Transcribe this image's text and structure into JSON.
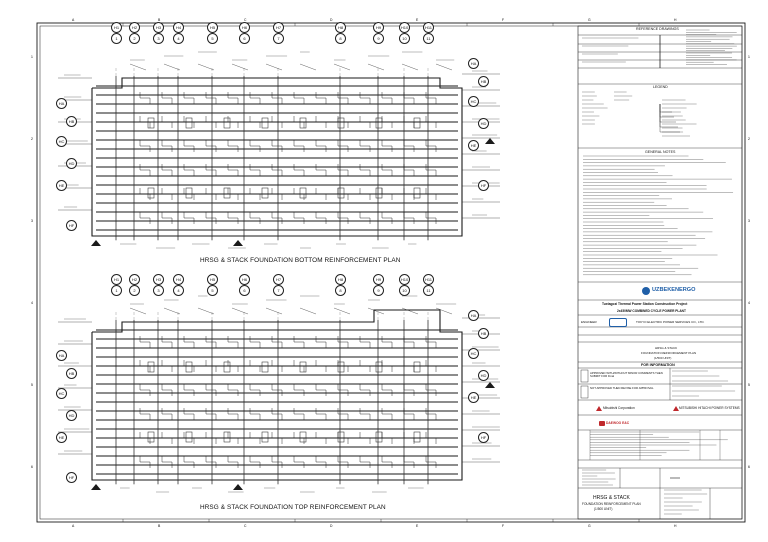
{
  "sheet": {
    "border_letters_top": [
      "A",
      "B",
      "C",
      "D",
      "E",
      "F",
      "G",
      "H"
    ],
    "border_numbers_side": [
      "1",
      "2",
      "3",
      "4",
      "5",
      "6"
    ]
  },
  "plans": [
    {
      "title": "HRSG & STACK FOUNDATION BOTTOM REINFORCEMENT PLAN",
      "column_grid": [
        {
          "top": "H1",
          "bottom": "1"
        },
        {
          "top": "H2",
          "bottom": "2"
        },
        {
          "top": "H3",
          "bottom": "3"
        },
        {
          "top": "H4",
          "bottom": "4"
        },
        {
          "top": "H5",
          "bottom": "5"
        },
        {
          "top": "H6",
          "bottom": "6"
        },
        {
          "top": "H7",
          "bottom": "7"
        },
        {
          "top": "H8",
          "bottom": "8"
        },
        {
          "top": "H9",
          "bottom": "9"
        },
        {
          "top": "H10",
          "bottom": "10"
        },
        {
          "top": "H11",
          "bottom": "11"
        }
      ],
      "row_grid": [
        "HA",
        "HB",
        "HC",
        "HD",
        "HE",
        "HF"
      ]
    },
    {
      "title": "HRSG & STACK FOUNDATION TOP REINFORCEMENT PLAN",
      "column_grid": [
        {
          "top": "H1",
          "bottom": "1"
        },
        {
          "top": "H2",
          "bottom": "2"
        },
        {
          "top": "H3",
          "bottom": "3"
        },
        {
          "top": "H4",
          "bottom": "4"
        },
        {
          "top": "H5",
          "bottom": "5"
        },
        {
          "top": "H6",
          "bottom": "6"
        },
        {
          "top": "H7",
          "bottom": "7"
        },
        {
          "top": "H8",
          "bottom": "8"
        },
        {
          "top": "H9",
          "bottom": "9"
        },
        {
          "top": "H10",
          "bottom": "10"
        },
        {
          "top": "H11",
          "bottom": "11"
        }
      ],
      "row_grid": [
        "HA",
        "HB",
        "HC",
        "HD",
        "HE",
        "HF"
      ]
    }
  ],
  "title_block": {
    "reference_drawings_header": "REFERENCE DRAWINGS",
    "legend_header": "LEGEND",
    "general_notes_header": "GENERAL NOTES",
    "owner_logo_text": "UZBEKENERGO",
    "project_name": "Tuxtagozi Thermal Power Station Construction Project",
    "plant_name": "2x450MW COMBINED CYCLE POWER PLANT",
    "engineer_label": "ENGINEER",
    "engineer_name": "TOKYO ELECTRIC POWER SERVICES CO., LTD.",
    "drawing_title_lines": [
      "HRSG & STACK",
      "FOUNDATION REINFORCEMENT PLAN",
      "(1/500 UNIT)"
    ],
    "status": "FOR INFORMATION",
    "approval_a": "APPROVED WITH/WITHOUT MINOR COMMENTS THEN SUBMIT FOR Final",
    "approval_b": "NOT APPROVED THEN REVISE FOR APPROVAL",
    "contractor_1": "Mitsubishi Corporation",
    "contractor_2": "MITSUBISHI HITACHI POWER SYSTEMS",
    "subcontractor": "DAEWOO E&C",
    "bottom_title_lines": [
      "HRSG & STACK",
      "FOUNDATION REINFORCEMENT PLAN",
      "(1/500 UNIT)"
    ]
  },
  "colors": {
    "ink": "#1a1a1a",
    "logo_blue": "#1f5fa8",
    "red": "#c0282c"
  }
}
